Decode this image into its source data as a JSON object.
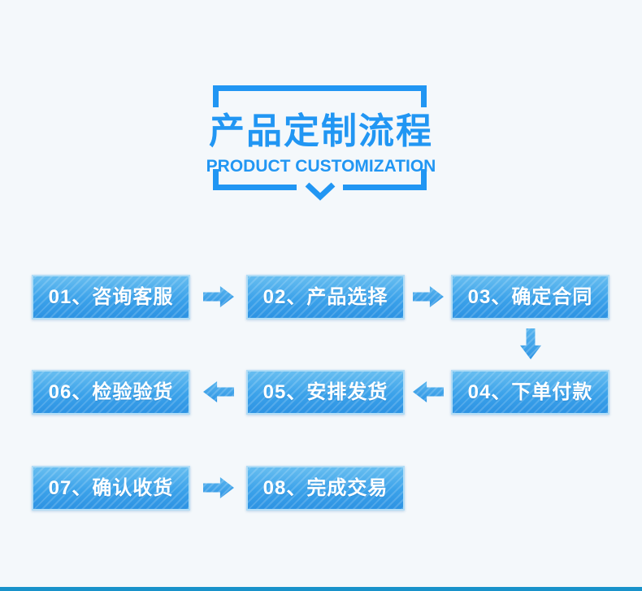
{
  "page": {
    "background_color": "#f4f8fb",
    "accent_color": "#2196f3",
    "bottom_bar_color": "#1892ca"
  },
  "header": {
    "title": "产品定制流程",
    "subtitle": "PRODUCT CUSTOMIZATION",
    "chevron_icon": "chevron-down"
  },
  "flow": {
    "box_top_color": "#67bef0",
    "box_bottom_color": "#2d93e3",
    "box_text_color": "#ffffff",
    "steps": [
      {
        "id": "01",
        "label": "01、咨询客服"
      },
      {
        "id": "02",
        "label": "02、产品选择"
      },
      {
        "id": "03",
        "label": "03、确定合同"
      },
      {
        "id": "04",
        "label": "04、下单付款"
      },
      {
        "id": "05",
        "label": "05、安排发货"
      },
      {
        "id": "06",
        "label": "06、检验验货"
      },
      {
        "id": "07",
        "label": "07、确认收货"
      },
      {
        "id": "08",
        "label": "08、完成交易"
      }
    ],
    "arrows": [
      {
        "from": "01",
        "to": "02",
        "direction": "right"
      },
      {
        "from": "02",
        "to": "03",
        "direction": "right"
      },
      {
        "from": "03",
        "to": "04",
        "direction": "down"
      },
      {
        "from": "04",
        "to": "05",
        "direction": "left"
      },
      {
        "from": "05",
        "to": "06",
        "direction": "left"
      },
      {
        "from": "07",
        "to": "08",
        "direction": "right"
      }
    ]
  }
}
